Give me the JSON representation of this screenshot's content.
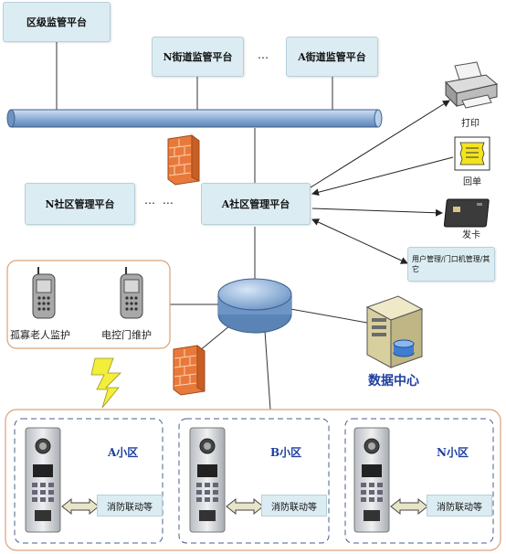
{
  "platforms": {
    "district": "区级监管平台",
    "street_n": "N街道监管平台",
    "street_a": "A街道监管平台",
    "community_n": "N社区管理平台",
    "community_a": "A社区管理平台",
    "ellipsis": "…",
    "ellipsis_double": "…   …"
  },
  "peripherals": {
    "print": "打印",
    "receipt": "回单",
    "card": "发卡",
    "user_mgmt": "用户管理/门口机管理/其它"
  },
  "mobile": {
    "elderly": "孤寡老人监护",
    "door_maint": "电控门维护"
  },
  "data_center": "数据中心",
  "areas": [
    {
      "name": "A小区",
      "linkage": "消防联动等"
    },
    {
      "name": "B小区",
      "linkage": "消防联动等"
    },
    {
      "name": "N小区",
      "linkage": "消防联动等"
    }
  ],
  "colors": {
    "box_fill": "#dbecf2",
    "bus_blue": "#8fb1d8",
    "firewall": "#e9793a",
    "area_text": "#1e3f9e",
    "frame": "#d9a27a"
  }
}
